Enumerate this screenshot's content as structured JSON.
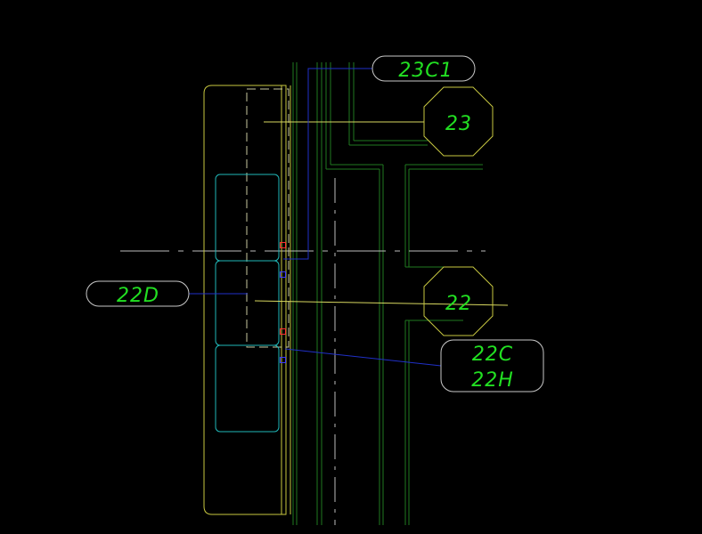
{
  "colors": {
    "background": "#000000",
    "frame": "#c8c840",
    "leader_yellow": "#d8d860",
    "cyan": "#20c0c0",
    "green_dark": "#1a6a1a",
    "green": "#2a9a2a",
    "white_line": "#c0c0c0",
    "blue_leader": "#2030c8",
    "label_text": "#22e022",
    "label_outline": "#c8c8c8",
    "grip_red": "#ff3030",
    "grip_blue": "#3a3aff"
  },
  "labels": {
    "tag_23c1": "23C1",
    "tag_23": "23",
    "tag_22d": "22D",
    "tag_22": "22",
    "tag_22c": "22C",
    "tag_22h": "22H"
  }
}
